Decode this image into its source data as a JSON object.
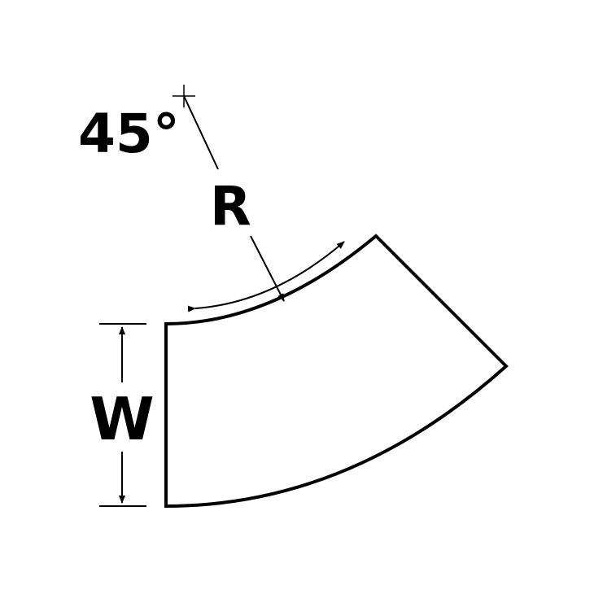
{
  "labels": {
    "angle": "45°",
    "radius": "R",
    "width": "W"
  },
  "colors": {
    "stroke": "#000000",
    "background": "#ffffff"
  }
}
